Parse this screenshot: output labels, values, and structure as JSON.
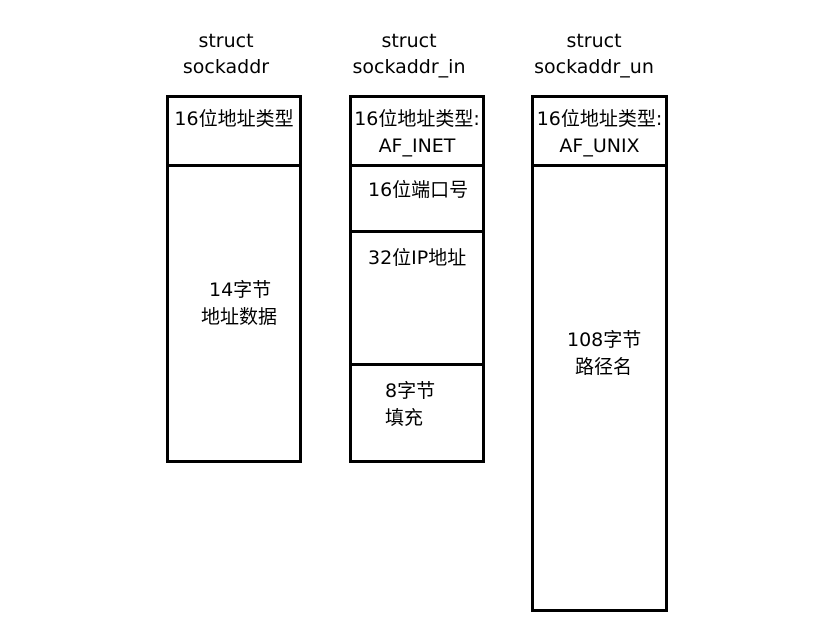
{
  "structs": [
    {
      "title_line1": "struct",
      "title_line2": "sockaddr",
      "fields": [
        {
          "line1": "16位地址类型",
          "line2": ""
        },
        {
          "line1": "14字节",
          "line2": "地址数据"
        }
      ]
    },
    {
      "title_line1": "struct",
      "title_line2": "sockaddr_in",
      "fields": [
        {
          "line1": "16位地址类型:",
          "line2": "AF_INET"
        },
        {
          "line1": "16位端口号",
          "line2": ""
        },
        {
          "line1": "32位IP地址",
          "line2": ""
        },
        {
          "line1": "8字节",
          "line2": "填充"
        }
      ]
    },
    {
      "title_line1": "struct",
      "title_line2": "sockaddr_un",
      "fields": [
        {
          "line1": "16位地址类型:",
          "line2": "AF_UNIX"
        },
        {
          "line1": "108字节",
          "line2": "路径名"
        }
      ]
    }
  ]
}
